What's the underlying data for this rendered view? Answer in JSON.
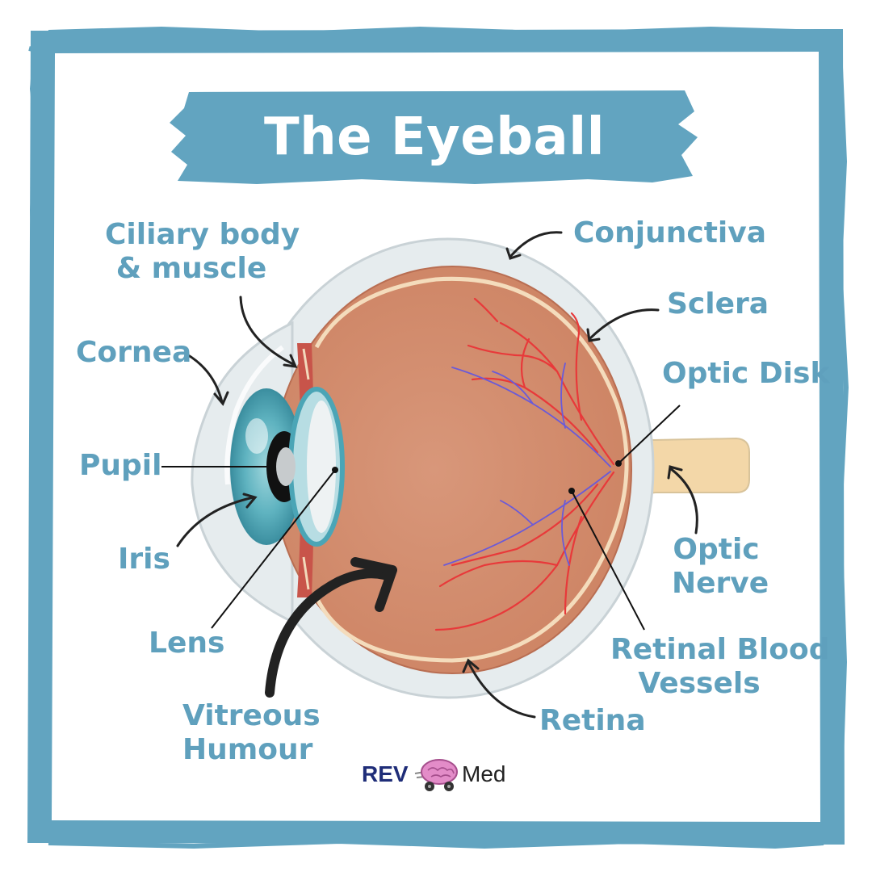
{
  "title": "The Eyeball",
  "labels": {
    "ciliary": [
      "Ciliary body",
      "& muscle"
    ],
    "conjunctiva": "Conjunctiva",
    "sclera": "Sclera",
    "cornea": "Cornea",
    "optic_disk": "Optic Disk",
    "pupil": "Pupil",
    "optic_nerve": [
      "Optic",
      "Nerve"
    ],
    "iris": "Iris",
    "lens": "Lens",
    "retinal_vessels": [
      "Retinal Blood",
      "Vessels"
    ],
    "vitreous": [
      "Vitreous",
      "Humour"
    ],
    "retina": "Retina"
  },
  "logo": {
    "left": "REV",
    "right": "Med"
  },
  "colors": {
    "frame": "#62a4c0",
    "label": "#5fa0bd",
    "sclera": "#e2e8ea",
    "vitreous": "#d38b6b",
    "retina_line": "#f4dcbc",
    "optic_nerve": "#f3d7a8",
    "arteries": "#e8393a",
    "veins": "#6a5ad8",
    "iris": "#4b9fb0",
    "logo_rev": "#1f2d78"
  }
}
